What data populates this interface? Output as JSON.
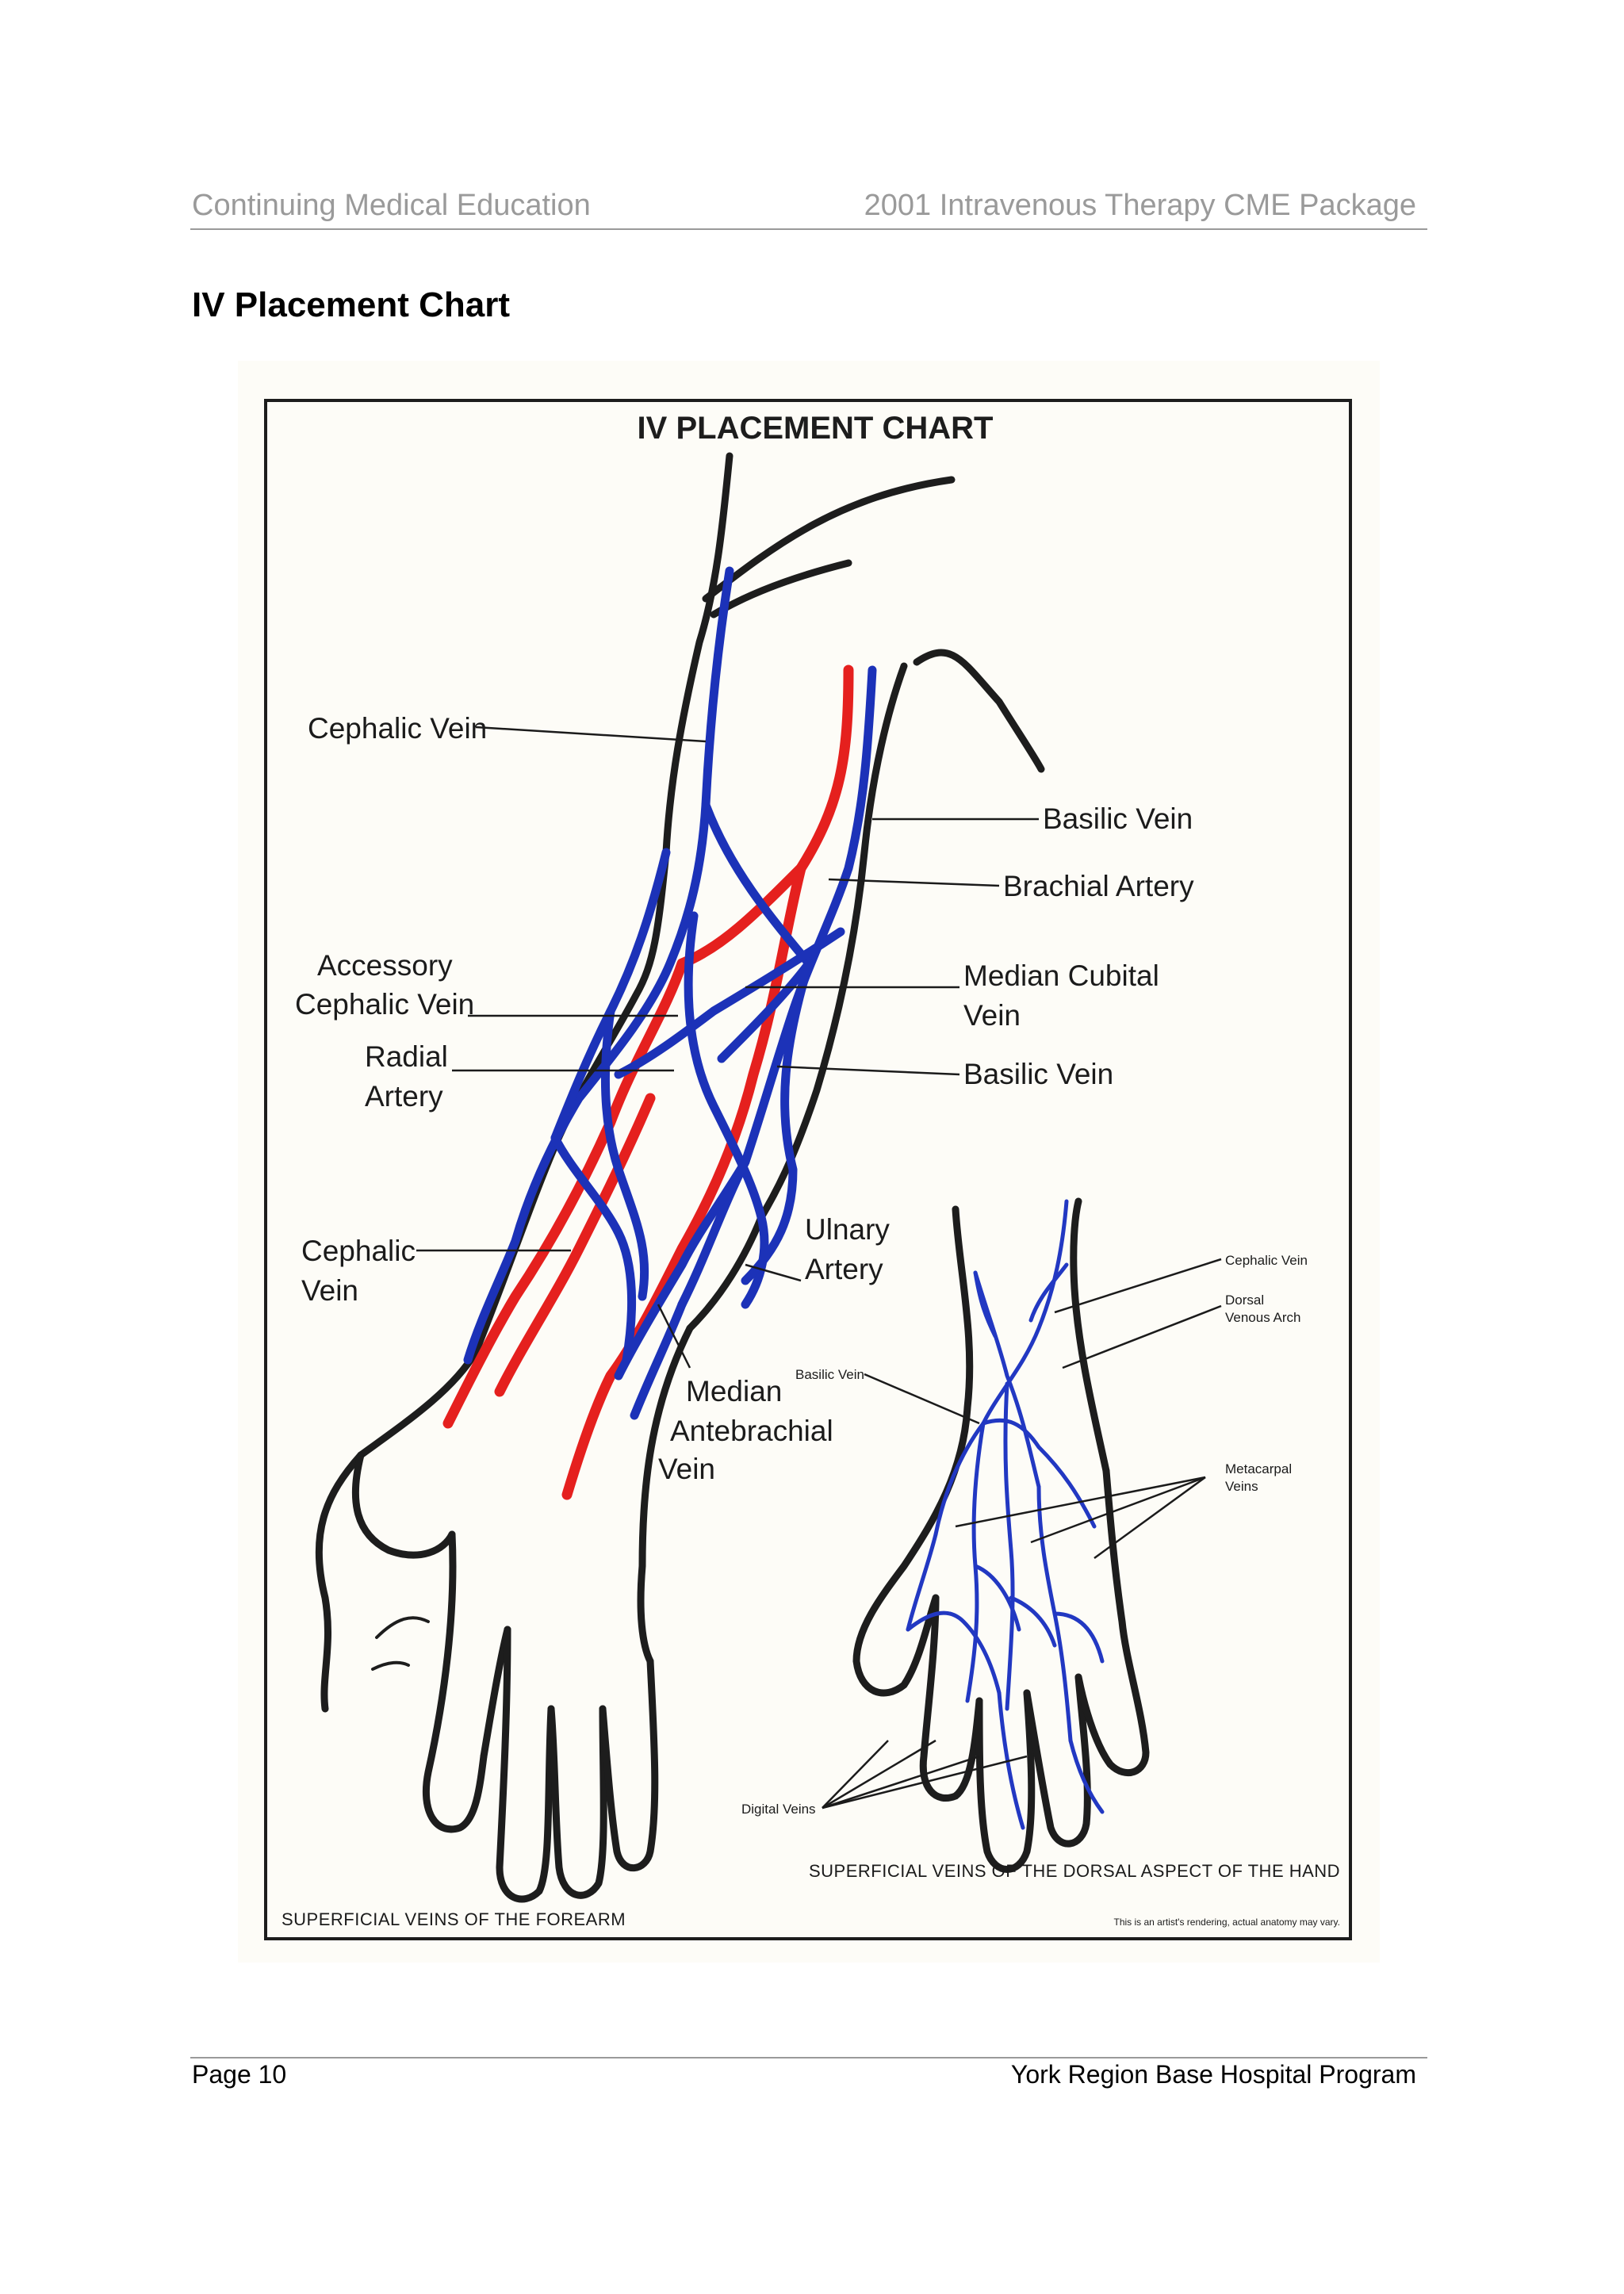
{
  "header": {
    "left": "Continuing Medical Education",
    "right": "2001 Intravenous Therapy CME Package"
  },
  "page_title": "IV Placement Chart",
  "figure": {
    "title": "IV PLACEMENT CHART",
    "forearm_labels": {
      "cephalic_vein_upper": "Cephalic Vein",
      "basilic_vein_upper": "Basilic Vein",
      "brachial_artery": "Brachial Artery",
      "accessory_cephalic_vein_line1": "Accessory",
      "accessory_cephalic_vein_line2": "Cephalic Vein",
      "median_cubital_vein_line1": "Median Cubital",
      "median_cubital_vein_line2": "Vein",
      "radial_artery_line1": "Radial",
      "radial_artery_line2": "Artery",
      "basilic_vein_lower": "Basilic Vein",
      "cephalic_vein_lower_line1": "Cephalic",
      "cephalic_vein_lower_line2": "Vein",
      "ulnary_artery_line1": "Ulnary",
      "ulnary_artery_line2": "Artery",
      "median_antebrachial_line1": "Median",
      "median_antebrachial_line2": "Antebrachial",
      "median_antebrachial_line3": "Vein"
    },
    "hand_labels": {
      "cephalic_vein": "Cephalic Vein",
      "dorsal_venous_arch_line1": "Dorsal",
      "dorsal_venous_arch_line2": "Venous Arch",
      "basilic_vein": "Basilic Vein",
      "metacarpal_veins_line1": "Metacarpal",
      "metacarpal_veins_line2": "Veins",
      "digital_veins": "Digital Veins"
    },
    "caption_forearm": "SUPERFICIAL VEINS OF THE FOREARM",
    "caption_hand": "SUPERFICIAL VEINS OF THE DORSAL ASPECT OF THE  HAND",
    "disclaimer": "This is an artist's rendering, actual anatomy may vary.",
    "colors": {
      "vein": "#1c32b8",
      "artery": "#e5201e"
    }
  },
  "footer": {
    "left": "Page 10",
    "right": "York Region Base Hospital Program"
  }
}
